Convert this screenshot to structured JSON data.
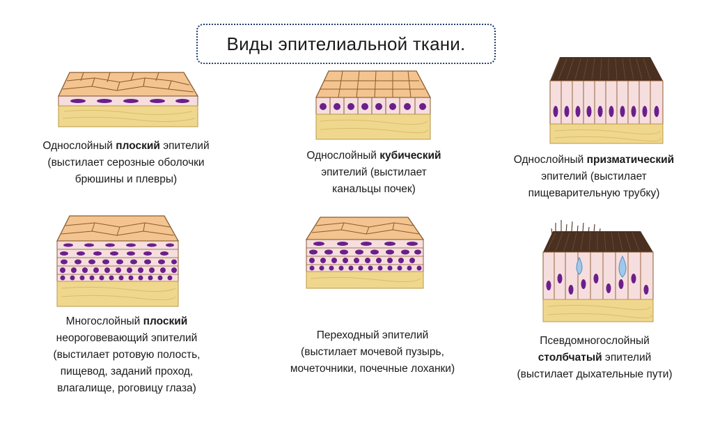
{
  "title": "Виды эпителиальной ткани.",
  "items": [
    {
      "id": "simple-squamous",
      "lines": [
        {
          "pre": "Однослойный ",
          "bold": "плоский",
          "post": " эпителий"
        },
        {
          "pre": "(выстилает серозные оболочки",
          "bold": "",
          "post": ""
        },
        {
          "pre": "брюшины и плевры)",
          "bold": "",
          "post": ""
        }
      ]
    },
    {
      "id": "simple-cuboidal",
      "lines": [
        {
          "pre": "Однослойный ",
          "bold": "кубический",
          "post": ""
        },
        {
          "pre": "эпителий (выстилает",
          "bold": "",
          "post": ""
        },
        {
          "pre": "канальцы почек)",
          "bold": "",
          "post": ""
        }
      ]
    },
    {
      "id": "simple-columnar",
      "lines": [
        {
          "pre": "Однослойный ",
          "bold": "призматический",
          "post": ""
        },
        {
          "pre": "эпителий (выстилает",
          "bold": "",
          "post": ""
        },
        {
          "pre": "пищеварительную трубку)",
          "bold": "",
          "post": ""
        }
      ]
    },
    {
      "id": "stratified-squamous",
      "lines": [
        {
          "pre": "Многослойный ",
          "bold": "плоский",
          "post": ""
        },
        {
          "pre": "неороговевающий эпителий",
          "bold": "",
          "post": ""
        },
        {
          "pre": "(выстилает ротовую полость,",
          "bold": "",
          "post": ""
        },
        {
          "pre": "пищевод, заданий проход,",
          "bold": "",
          "post": ""
        },
        {
          "pre": "влагалище, роговицу глаза)",
          "bold": "",
          "post": ""
        }
      ]
    },
    {
      "id": "transitional",
      "lines": [
        {
          "pre": "Переходный эпителий",
          "bold": "",
          "post": ""
        },
        {
          "pre": "(выстилает мочевой пузырь,",
          "bold": "",
          "post": ""
        },
        {
          "pre": "мочеточники, почечные лоханки)",
          "bold": "",
          "post": ""
        }
      ]
    },
    {
      "id": "pseudostratified",
      "lines": [
        {
          "pre": "Псевдомногослойный",
          "bold": "",
          "post": ""
        },
        {
          "pre": "",
          "bold": "столбчатый",
          "post": " эпителий"
        },
        {
          "pre": "(выстилает дыхательные пути)",
          "bold": "",
          "post": ""
        }
      ]
    }
  ],
  "colors": {
    "title_border": "#1f3b6e",
    "cell_top": "#f3c48f",
    "cell_top_edge": "#8a5a2e",
    "cell_body": "#f6dede",
    "nucleus": "#6a1f8a",
    "base": "#f0d78e",
    "base_edge": "#b8984a",
    "cilia": "#4a3020",
    "mucus": "#9ec9ec"
  },
  "icons": [
    "tissue-block",
    "cilia",
    "mucus-drop"
  ]
}
